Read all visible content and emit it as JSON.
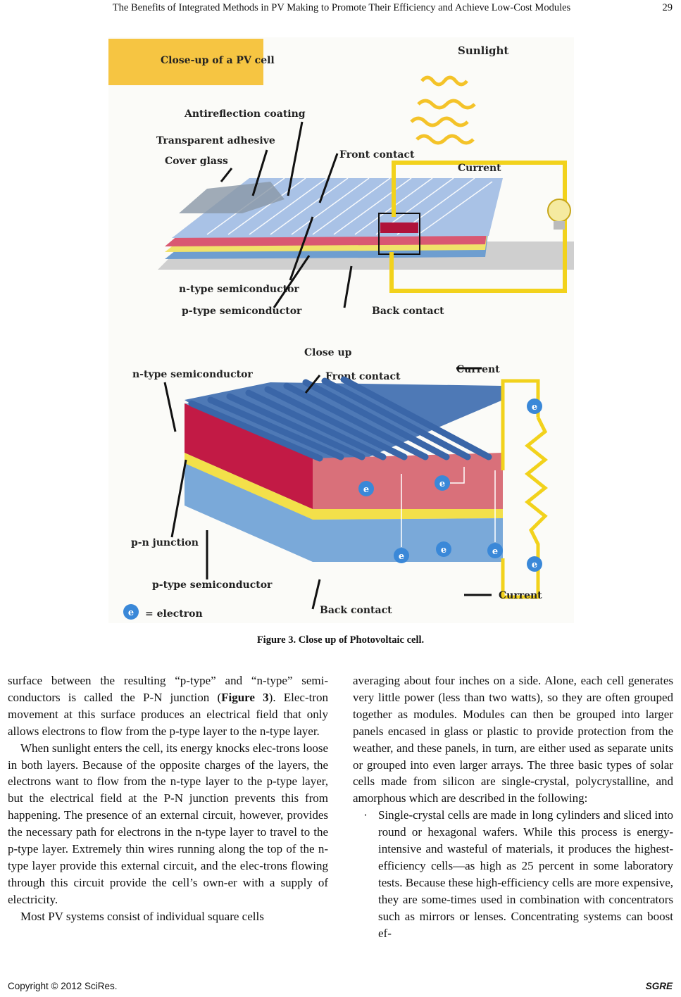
{
  "header": {
    "title": "The Benefits of Integrated Methods in PV Making to Promote Their Efficiency and Achieve Low-Cost Modules",
    "page_number": "29"
  },
  "figure": {
    "banner": "Close-up of a PV cell",
    "labels": {
      "sunlight": "Sunlight",
      "antireflection": "Antireflection coating",
      "adhesive": "Transparent adhesive",
      "cover_glass": "Cover glass",
      "front_contact_top": "Front contact",
      "current_top": "Current",
      "ntype_top": "n-type semiconductor",
      "ptype_top": "p-type semiconductor",
      "back_contact_top": "Back contact",
      "close_up": "Close up",
      "ntype_bottom": "n-type semiconductor",
      "front_contact_bottom": "Front contact",
      "current_right": "Current",
      "pn_junction": "p-n junction",
      "ptype_bottom": "p-type semiconductor",
      "electron_legend": "= electron",
      "back_contact_bottom": "Back contact",
      "current_bottom": "Current",
      "electron_symbol": "e"
    },
    "caption": "Figure 3. Close up of Photovoltaic cell."
  },
  "body": {
    "left_col": [
      "surface between the resulting “p-type” and “n-type” semi-conductors is called the P-N junction (",
      "Figure 3",
      "). Elec-tron movement at this surface produces an electrical field that only allows electrons to flow from the p-type layer to the n-type layer.",
      "When sunlight enters the cell, its energy knocks elec-trons loose in both layers. Because of the opposite charges of the layers, the electrons want to flow from the n-type layer to the p-type layer, but the electrical field at the P-N junction prevents this from happening. The presence of an external circuit, however, provides the necessary path for electrons in the n-type layer to travel to the p-type layer. Extremely thin wires running along the top of the n-type layer provide this external circuit, and the elec-trons flowing through this circuit provide the cell’s own-er with a supply of electricity.",
      "Most PV systems consist of individual square cells"
    ],
    "right_col": [
      "averaging about four inches on a side. Alone, each cell generates very little power (less than two watts), so they are often grouped together as modules. Modules can then be grouped into larger panels encased in glass or plastic to provide protection from the weather, and these panels, in turn, are either used as separate units or grouped into even larger arrays. The three basic types of solar cells made from silicon are single-crystal, polycrystalline, and amorphous which are described in the following:",
      "·",
      "Single-crystal cells are made in long cylinders and sliced into round or hexagonal wafers. While this process is energy-intensive and wasteful of materials, it produces the highest-efficiency cells—as high as 25 percent in some laboratory tests. Because these high-efficiency cells are more expensive, they are some-times used in combination with concentrators such as mirrors or lenses. Concentrating systems can boost ef-"
    ]
  },
  "footer": {
    "copyright": "Copyright © 2012 SciRes.",
    "journal": "SGRE"
  },
  "colors": {
    "banner": "#f6c542",
    "n_layer": "#c21a45",
    "n_layer_front": "#d9707a",
    "junction": "#f3e04a",
    "p_layer": "#7aa9d9",
    "wire": "#f2d21c",
    "electron": "#3a88d8"
  }
}
